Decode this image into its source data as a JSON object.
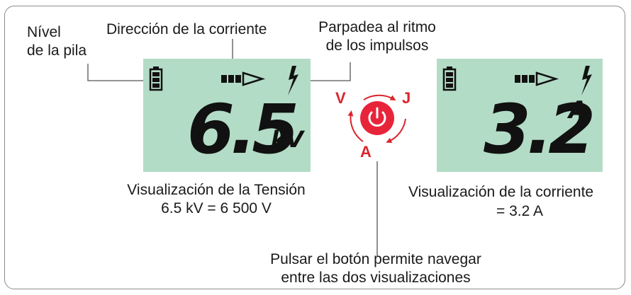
{
  "labels": {
    "battery_level": [
      "Nível",
      "de la pila"
    ],
    "current_direction": "Dirección de la corriente",
    "blink": [
      "Parpadea al ritmo",
      "de los impulsos"
    ],
    "voltage_caption": [
      "Visualización de la Tensión",
      "6.5 kV = 6 500 V"
    ],
    "current_caption": [
      "Visualización de la corriente",
      "= 3.2 A"
    ],
    "button_caption": [
      "Pulsar el botón permite navegar",
      "entre las dos visualizaciones"
    ]
  },
  "displays": {
    "voltage": {
      "value": "6.5",
      "unit": "kV"
    },
    "current": {
      "value": "3.2",
      "unit": "A"
    }
  },
  "button": {
    "letters": {
      "voltage": "V",
      "current": "J",
      "amps": "A"
    },
    "icon": "power-icon"
  },
  "colors": {
    "lcd": "#b3dcc6",
    "button": "#e8243b",
    "arrows": "#d9262c"
  }
}
